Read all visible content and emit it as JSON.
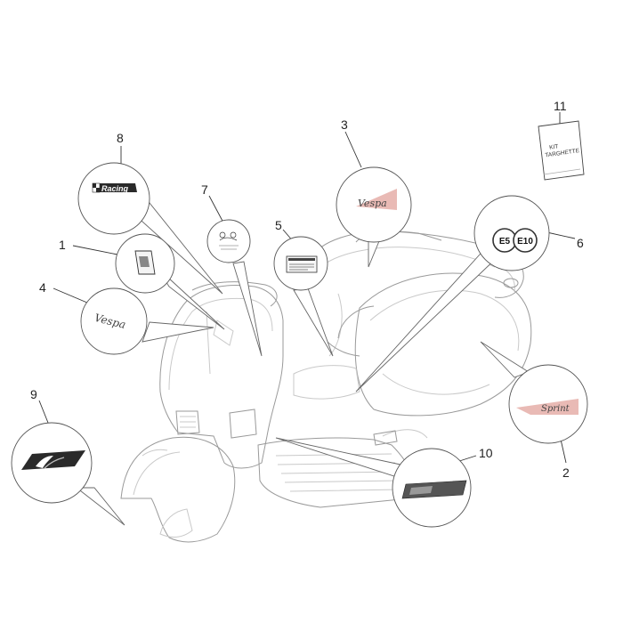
{
  "callouts": [
    {
      "number": "1",
      "part": "badge-plate"
    },
    {
      "number": "2",
      "part": "sprint-side-decal"
    },
    {
      "number": "3",
      "part": "vespa-body-decal"
    },
    {
      "number": "4",
      "part": "vespa-script-front"
    },
    {
      "number": "5",
      "part": "information-label"
    },
    {
      "number": "6",
      "part": "fuel-labels"
    },
    {
      "number": "7",
      "part": "vespa-logo-sticker"
    },
    {
      "number": "8",
      "part": "racing-decal"
    },
    {
      "number": "9",
      "part": "s-badge-fender"
    },
    {
      "number": "10",
      "part": "s-plate"
    },
    {
      "number": "11",
      "part": "plate-kit"
    }
  ],
  "labels": {
    "racing": "Racing",
    "fuel_e5": "E5",
    "fuel_e10": "E10",
    "kit_line1": "KIT",
    "kit_line2": "TARGHETTE",
    "vespa_script": "Vespa",
    "sprint_script": "Sprint"
  },
  "colors": {
    "line": "#333333",
    "ghost": "#c9c9c9",
    "decal_dark": "#2a2a2a",
    "decal_red": "#c0392b"
  }
}
